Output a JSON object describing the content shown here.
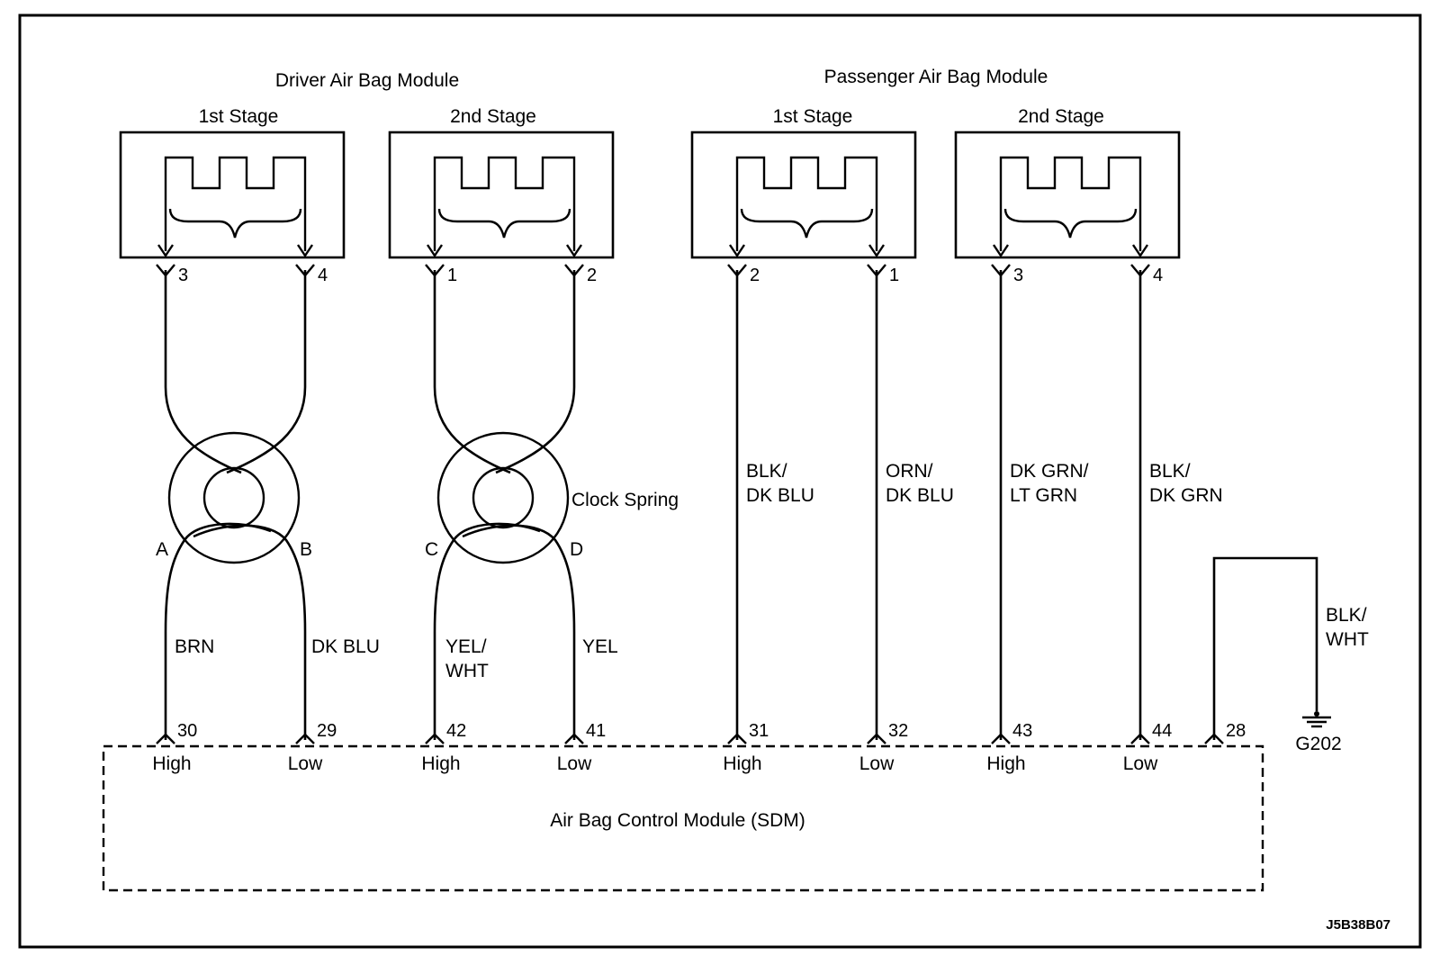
{
  "modules": {
    "driver_title": "Driver Air Bag Module",
    "passenger_title": "Passenger Air Bag Module",
    "stage1": "1st Stage",
    "stage2": "2nd Stage"
  },
  "pins_top": {
    "driver_s1_a": "3",
    "driver_s1_b": "4",
    "driver_s2_a": "1",
    "driver_s2_b": "2",
    "pass_s1_a": "2",
    "pass_s1_b": "1",
    "pass_s2_a": "3",
    "pass_s2_b": "4"
  },
  "clock_spring": {
    "label": "Clock Spring",
    "terminals": [
      "A",
      "B",
      "C",
      "D"
    ]
  },
  "wires": {
    "brn": "BRN",
    "dk_blu": "DK BLU",
    "yel_wht": [
      "YEL/",
      "WHT"
    ],
    "yel": "YEL",
    "blk_dkblu": [
      "BLK/",
      "DK BLU"
    ],
    "orn_dkblu": [
      "ORN/",
      "DK BLU"
    ],
    "dkgrn_ltgrn": [
      "DK GRN/",
      "LT GRN"
    ],
    "blk_dkgrn": [
      "BLK/",
      "DK GRN"
    ],
    "blk_wht": [
      "BLK/",
      "WHT"
    ]
  },
  "sdm": {
    "title": "Air Bag Control Module (SDM)",
    "pins": [
      "30",
      "29",
      "42",
      "41",
      "31",
      "32",
      "43",
      "44",
      "28"
    ],
    "labels": [
      "High",
      "Low",
      "High",
      "Low",
      "High",
      "Low",
      "High",
      "Low"
    ]
  },
  "ground": "G202",
  "figure_id": "J5B38B07"
}
